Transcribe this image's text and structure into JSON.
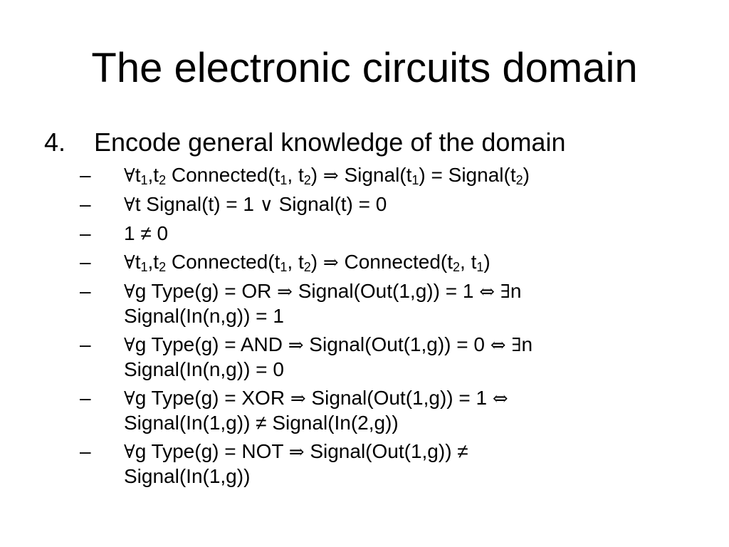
{
  "slide": {
    "title": "The electronic circuits domain",
    "main_item": {
      "number": "4.",
      "text": "Encode general knowledge of the domain"
    },
    "dash": "–",
    "symbols": {
      "forall": "∀",
      "implies": "⇒",
      "or": "∨",
      "iff": "⇔",
      "exists": "∃",
      "neq": "≠"
    },
    "rule1": {
      "t1a": "t",
      "s1": "1",
      "comma": ",",
      "t2a": "t",
      "s2": "2",
      "c_open": " Connected(t",
      "c_s1": "1",
      "c_mid": ", t",
      "c_s2": "2",
      "c_close": ") ",
      "sig1": " Signal(t",
      "sig1_sub": "1",
      "sig_mid": ") = Signal(t",
      "sig2_sub": "2",
      "sig_close": ")"
    },
    "rule2": {
      "part1": "t Signal(t) = 1 ",
      "part2": " Signal(t) = 0"
    },
    "rule3": {
      "text": "1 ≠ 0"
    },
    "rule4": {
      "t1a": "t",
      "s1": "1",
      "comma": ",",
      "t2a": "t",
      "s2": "2",
      "c_open": " Connected(t",
      "c_s1": "1",
      "c_mid": ", t",
      "c_s2": "2",
      "c_close": ") ",
      "c2_open": " Connected(t",
      "c2_s1": "2",
      "c2_mid": ", t",
      "c2_s2": "1",
      "c2_close": ")"
    },
    "rule5": {
      "part1": "g Type(g) = OR ",
      "part2": " Signal(Out(1,g)) = 1 ",
      "part3": "n",
      "line2": "Signal(In(n,g)) = 1"
    },
    "rule6": {
      "part1": "g Type(g) = AND ",
      "part2": " Signal(Out(1,g)) = 0 ",
      "part3": "n",
      "line2": "Signal(In(n,g)) = 0"
    },
    "rule7": {
      "part1": "g Type(g) = XOR ",
      "part2": " Signal(Out(1,g)) = 1 ",
      "line2": "Signal(In(1,g)) ≠ Signal(In(2,g))"
    },
    "rule8": {
      "part1": "g Type(g) = NOT ",
      "part2": " Signal(Out(1,g)) ≠",
      "line2": "Signal(In(1,g))"
    }
  }
}
